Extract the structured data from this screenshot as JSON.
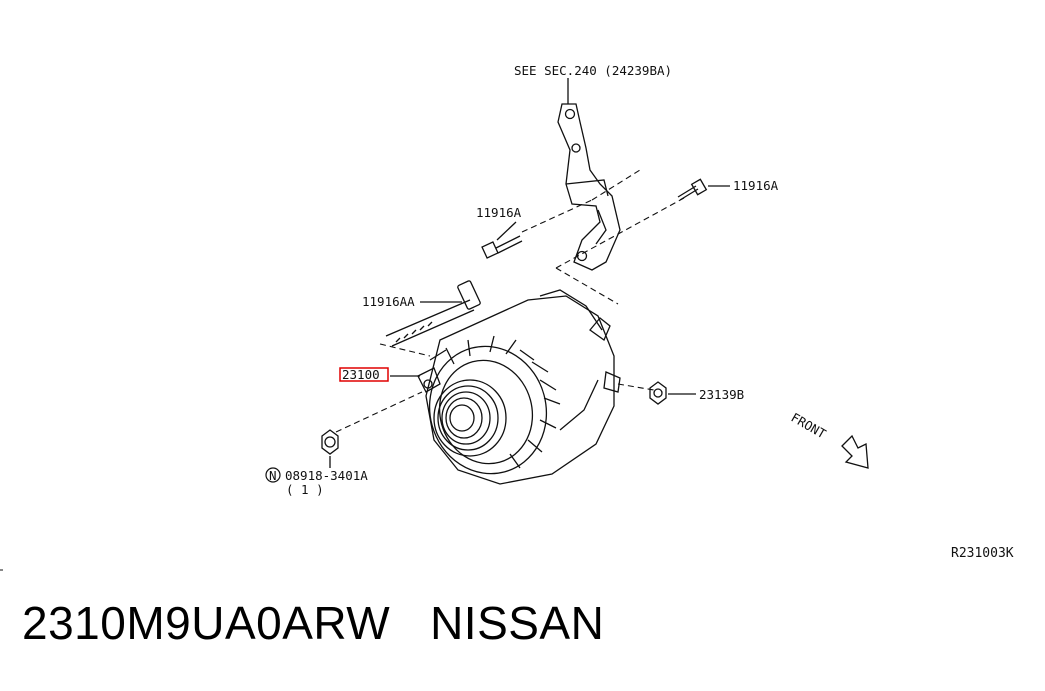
{
  "callouts": {
    "see_sec": "SEE SEC.240 (24239BA)",
    "bolt_right": "11916A",
    "bolt_left": "11916A",
    "long_bolt": "11916AA",
    "alternator": "23100",
    "nut_right": "23139B",
    "nut_left_part": "08918-3401A",
    "nut_left_marker": "N",
    "nut_left_qty": "( 1 )",
    "front": "FRONT"
  },
  "diagram_ref": "R231003K",
  "footer": {
    "part_number": "2310M9UA0ARW",
    "brand": "NISSAN"
  },
  "colors": {
    "highlight": "#e00000",
    "ink": "#111111",
    "background": "#ffffff"
  }
}
